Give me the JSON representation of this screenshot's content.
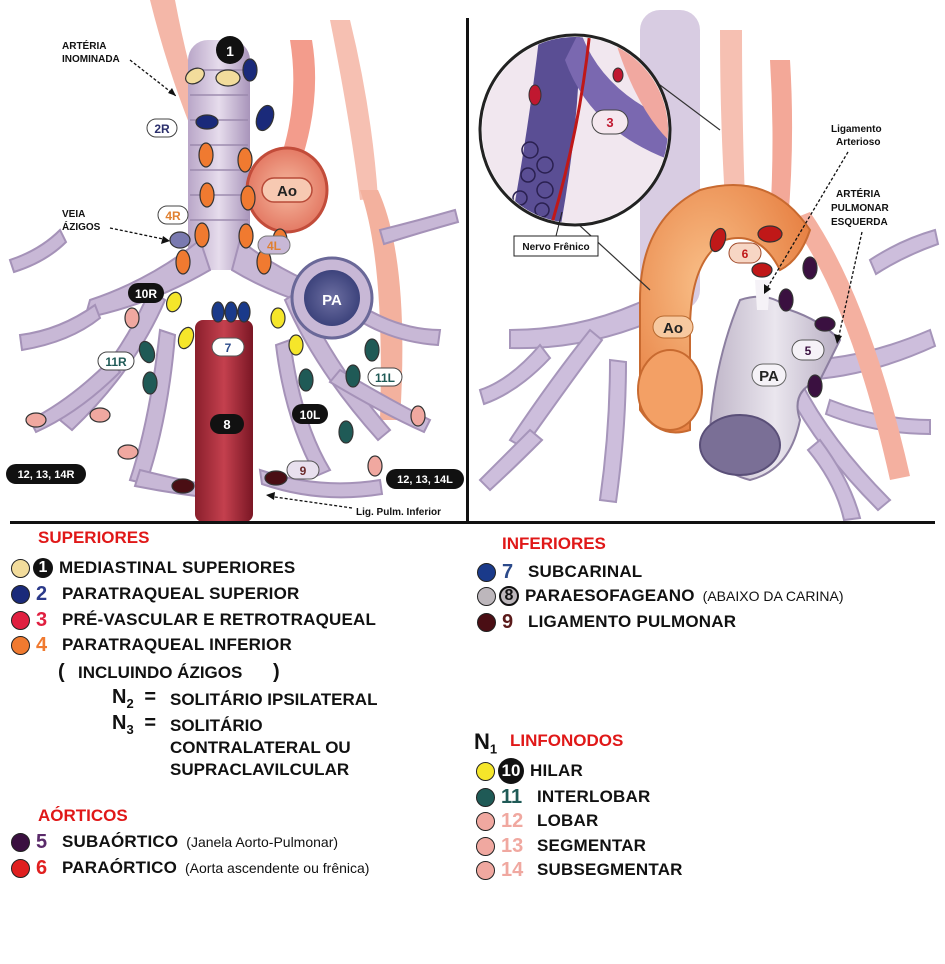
{
  "left_figure": {
    "labels": {
      "arteria_inominada": [
        "ARTÉRIA",
        "INOMINADA"
      ],
      "veia_azigos": [
        "VEIA",
        "ÁZIGOS"
      ],
      "lig_pulm_inferior": "Lig. Pulm. Inferior",
      "ao": "Ao",
      "pa": "PA"
    },
    "stations": {
      "s1": "1",
      "s2R": "2R",
      "s4R": "4R",
      "s4L": "4L",
      "s7": "7",
      "s8": "8",
      "s9": "9",
      "s10R": "10R",
      "s10L": "10L",
      "s11R": "11R",
      "s11L": "11L",
      "s12R": "12, 13, 14R",
      "s12L": "12, 13, 14L"
    }
  },
  "right_figure": {
    "labels": {
      "ligamento_arterioso": [
        "Ligamento",
        "Arterioso"
      ],
      "arteria_pulmonar_esquerda": [
        "ARTÉRIA",
        "PULMONAR",
        "ESQUERDA"
      ],
      "nervo_frenico": "Nervo Frênico",
      "ao": "Ao",
      "pa": "PA"
    },
    "stations": {
      "s3": "3",
      "s5": "5",
      "s6": "6"
    }
  },
  "legend": {
    "superiores": {
      "title": "SUPERIORES",
      "items": [
        {
          "num": "1",
          "label": "MEDIASTINAL SUPERIORES",
          "color": "#f2dc9c"
        },
        {
          "num": "2",
          "label": "PARATRAQUEAL SUPERIOR",
          "color": "#1a2a7a"
        },
        {
          "num": "3",
          "label": "PRÉ-VASCULAR E RETROTRAQUEAL",
          "color": "#e02040"
        },
        {
          "num": "4",
          "label": "PARATRAQUEAL INFERIOR",
          "color": "#f07a30"
        }
      ],
      "incluindo": "INCLUINDO ÁZIGOS",
      "open_paren": "(",
      "close_paren": ")",
      "n2": {
        "symbol": "N",
        "sub": "2",
        "eq": "=",
        "text": "SOLITÁRIO IPSILATERAL"
      },
      "n3": {
        "symbol": "N",
        "sub": "3",
        "eq": "=",
        "lines": [
          "SOLITÁRIO",
          "CONTRALATERAL OU",
          "SUPRACLAVILCULAR"
        ]
      }
    },
    "aorticos": {
      "title": "AÓRTICOS",
      "items": [
        {
          "num": "5",
          "label": "SUBAÓRTICO",
          "sub": "(Janela Aorto-Pulmonar)",
          "color": "#3a1040"
        },
        {
          "num": "6",
          "label": "PARAÓRTICO",
          "sub": "(Aorta ascendente ou frênica)",
          "color": "#e02020"
        }
      ]
    },
    "inferiores": {
      "title": "INFERIORES",
      "items": [
        {
          "num": "7",
          "label": "SUBCARINAL",
          "color": "#1a3a8a"
        },
        {
          "num": "8",
          "label": "PARAESOFAGEANO",
          "sub": "(ABAIXO DA CARINA)",
          "color": "#bdb7bc"
        },
        {
          "num": "9",
          "label": "LIGAMENTO PULMONAR",
          "color": "#4a0e14"
        }
      ]
    },
    "linfonodos": {
      "n1": {
        "symbol": "N",
        "sub": "1"
      },
      "title": "LINFONODOS",
      "items": [
        {
          "num": "10",
          "label": "HILAR",
          "color": "#f5e62a"
        },
        {
          "num": "11",
          "label": "INTERLOBAR",
          "color": "#1f5a56"
        },
        {
          "num": "12",
          "label": "LOBAR",
          "color": "#f0a8a0"
        },
        {
          "num": "13",
          "label": "SEGMENTAR",
          "color": "#f0a8a0"
        },
        {
          "num": "14",
          "label": "SUBSEGMENTAR",
          "color": "#f0a8a0"
        }
      ]
    }
  }
}
